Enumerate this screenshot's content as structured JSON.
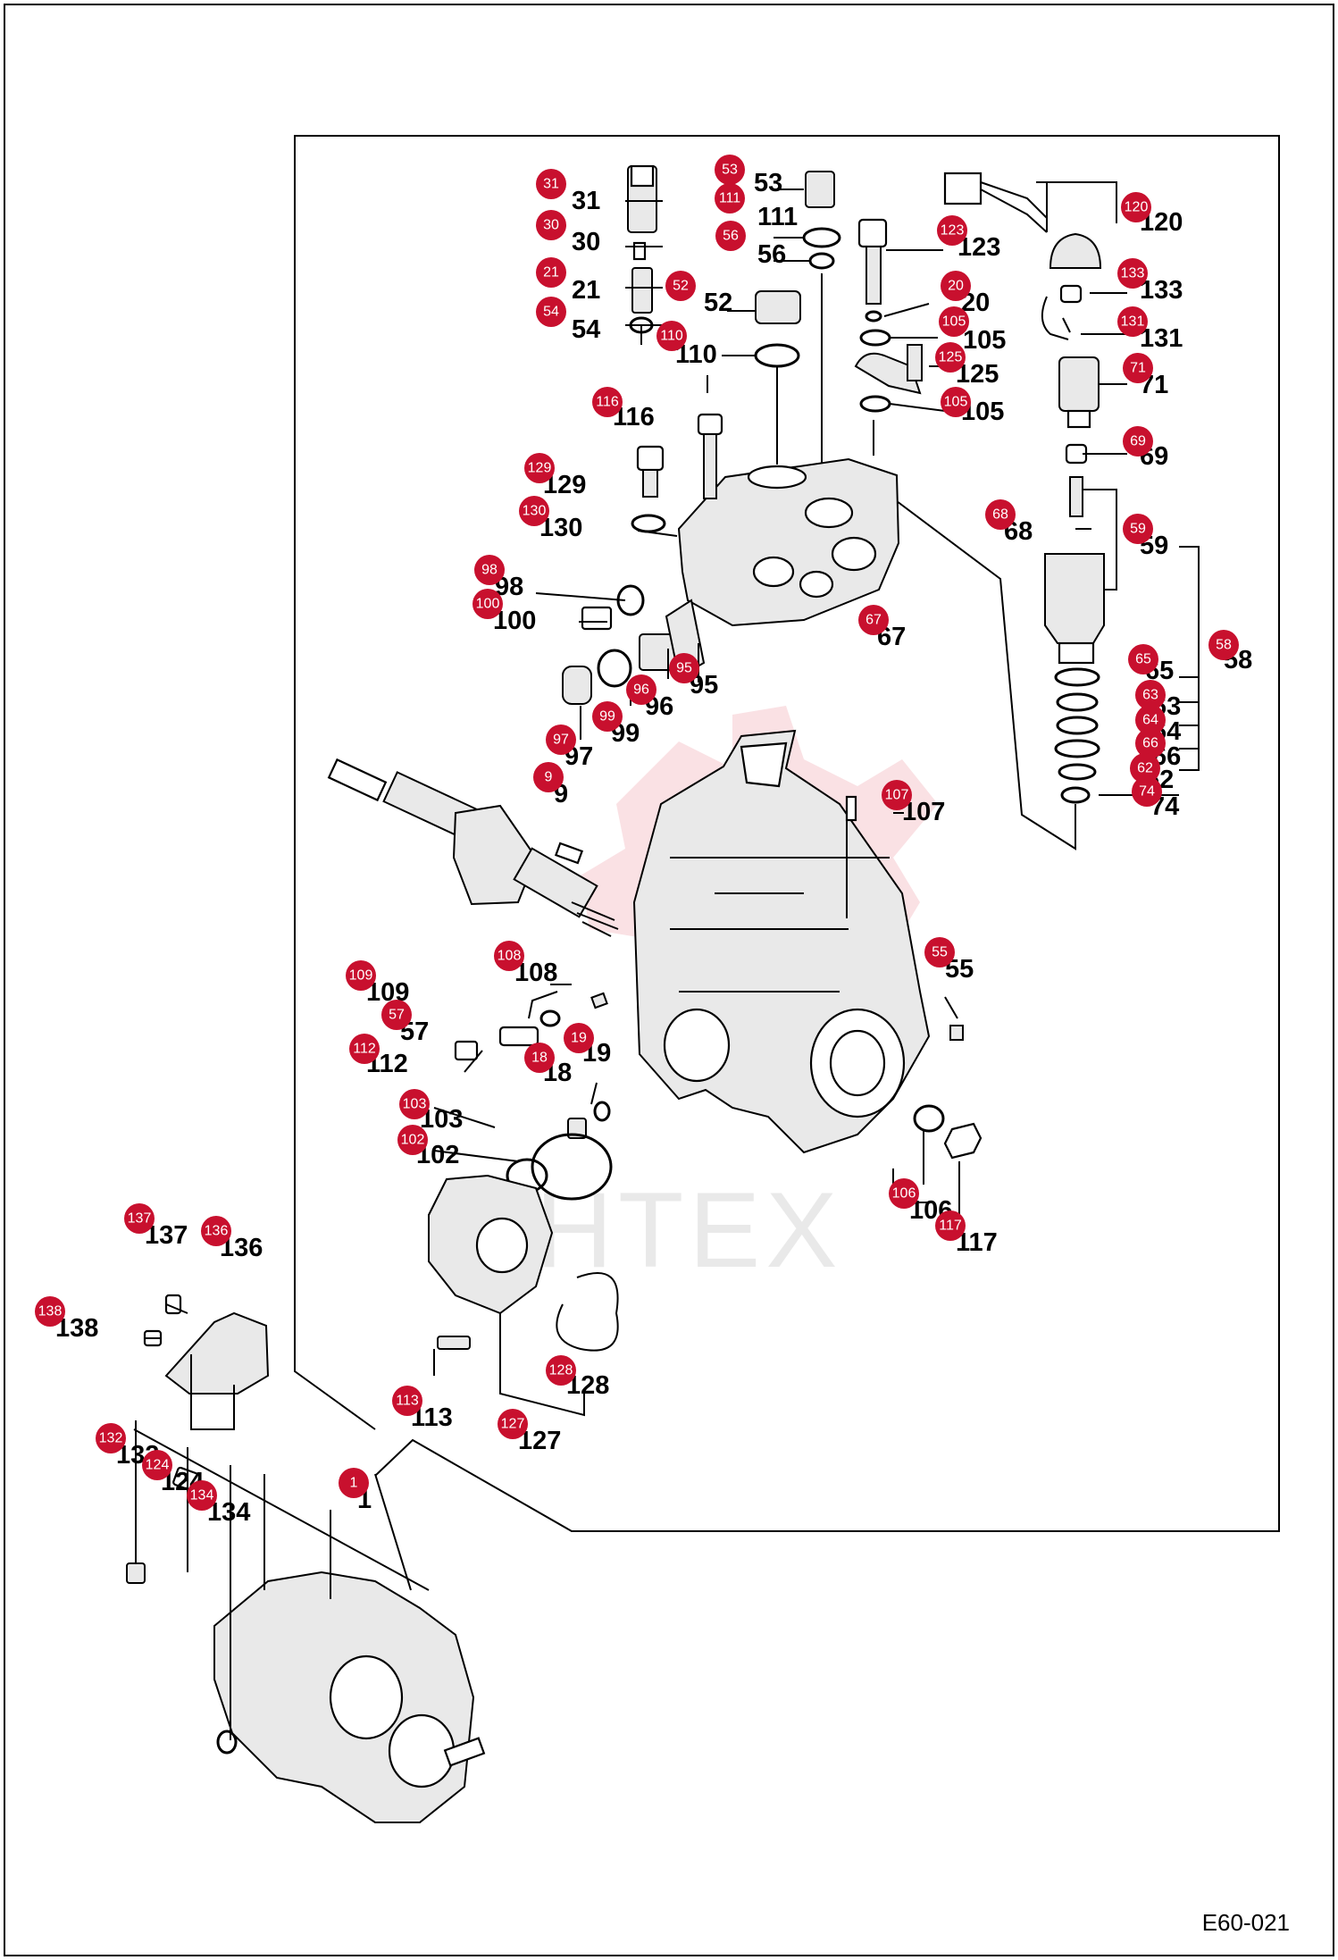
{
  "document_code": "E60-021",
  "watermark": "IHTEX",
  "callouts": [
    {
      "id": "31",
      "label": "31"
    },
    {
      "id": "30",
      "label": "30"
    },
    {
      "id": "21",
      "label": "21"
    },
    {
      "id": "54",
      "label": "54"
    },
    {
      "id": "53",
      "label": "53"
    },
    {
      "id": "111",
      "label": "111"
    },
    {
      "id": "56",
      "label": "56"
    },
    {
      "id": "52",
      "label": "52"
    },
    {
      "id": "110",
      "label": "110"
    },
    {
      "id": "123",
      "label": "123"
    },
    {
      "id": "20",
      "label": "20"
    },
    {
      "id": "105a",
      "label": "105"
    },
    {
      "id": "125",
      "label": "125"
    },
    {
      "id": "105b",
      "label": "105"
    },
    {
      "id": "120",
      "label": "120"
    },
    {
      "id": "133",
      "label": "133"
    },
    {
      "id": "131",
      "label": "131"
    },
    {
      "id": "71",
      "label": "71"
    },
    {
      "id": "69",
      "label": "69"
    },
    {
      "id": "68",
      "label": "68"
    },
    {
      "id": "59",
      "label": "59"
    },
    {
      "id": "58",
      "label": "58"
    },
    {
      "id": "65",
      "label": "65"
    },
    {
      "id": "63",
      "label": "63"
    },
    {
      "id": "64",
      "label": "64"
    },
    {
      "id": "66",
      "label": "66"
    },
    {
      "id": "62",
      "label": "62"
    },
    {
      "id": "74",
      "label": "74"
    },
    {
      "id": "116",
      "label": "116"
    },
    {
      "id": "129",
      "label": "129"
    },
    {
      "id": "130",
      "label": "130"
    },
    {
      "id": "98",
      "label": "98"
    },
    {
      "id": "100",
      "label": "100"
    },
    {
      "id": "67",
      "label": "67"
    },
    {
      "id": "95",
      "label": "95"
    },
    {
      "id": "96",
      "label": "96"
    },
    {
      "id": "99",
      "label": "99"
    },
    {
      "id": "97",
      "label": "97"
    },
    {
      "id": "9",
      "label": "9"
    },
    {
      "id": "107",
      "label": "107"
    },
    {
      "id": "55",
      "label": "55"
    },
    {
      "id": "108",
      "label": "108"
    },
    {
      "id": "109",
      "label": "109"
    },
    {
      "id": "57",
      "label": "57"
    },
    {
      "id": "112",
      "label": "112"
    },
    {
      "id": "18",
      "label": "18"
    },
    {
      "id": "19",
      "label": "19"
    },
    {
      "id": "103",
      "label": "103"
    },
    {
      "id": "102",
      "label": "102"
    },
    {
      "id": "106",
      "label": "106"
    },
    {
      "id": "117",
      "label": "117"
    },
    {
      "id": "128",
      "label": "128"
    },
    {
      "id": "113",
      "label": "113"
    },
    {
      "id": "127",
      "label": "127"
    },
    {
      "id": "137",
      "label": "137"
    },
    {
      "id": "136",
      "label": "136"
    },
    {
      "id": "138",
      "label": "138"
    },
    {
      "id": "132",
      "label": "132"
    },
    {
      "id": "124",
      "label": "124"
    },
    {
      "id": "134",
      "label": "134"
    },
    {
      "id": "1",
      "label": "1"
    }
  ],
  "labels": [
    {
      "id": "31",
      "text": "31"
    },
    {
      "id": "30",
      "text": "30"
    },
    {
      "id": "21",
      "text": "21"
    },
    {
      "id": "54",
      "text": "54"
    },
    {
      "id": "53",
      "text": "53"
    },
    {
      "id": "111",
      "text": "111"
    },
    {
      "id": "56",
      "text": "56"
    },
    {
      "id": "52",
      "text": "52"
    },
    {
      "id": "110",
      "text": "110"
    },
    {
      "id": "123",
      "text": "123"
    },
    {
      "id": "20",
      "text": "20"
    },
    {
      "id": "105a",
      "text": "105"
    },
    {
      "id": "125",
      "text": "125"
    },
    {
      "id": "105b",
      "text": "105"
    },
    {
      "id": "120",
      "text": "120"
    },
    {
      "id": "133",
      "text": "133"
    },
    {
      "id": "131",
      "text": "131"
    },
    {
      "id": "71",
      "text": "71"
    },
    {
      "id": "69",
      "text": "69"
    },
    {
      "id": "68",
      "text": "68"
    },
    {
      "id": "59",
      "text": "59"
    },
    {
      "id": "58",
      "text": "58"
    },
    {
      "id": "65",
      "text": "65"
    },
    {
      "id": "63",
      "text": "63"
    },
    {
      "id": "64",
      "text": "64"
    },
    {
      "id": "66",
      "text": "66"
    },
    {
      "id": "62",
      "text": "62"
    },
    {
      "id": "74",
      "text": "74"
    },
    {
      "id": "116",
      "text": "116"
    },
    {
      "id": "129",
      "text": "129"
    },
    {
      "id": "130",
      "text": "130"
    },
    {
      "id": "98",
      "text": "98"
    },
    {
      "id": "100",
      "text": "100"
    },
    {
      "id": "67",
      "text": "67"
    },
    {
      "id": "95",
      "text": "95"
    },
    {
      "id": "96",
      "text": "96"
    },
    {
      "id": "99",
      "text": "99"
    },
    {
      "id": "97",
      "text": "97"
    },
    {
      "id": "9",
      "text": "9"
    },
    {
      "id": "107",
      "text": "107"
    },
    {
      "id": "55",
      "text": "55"
    },
    {
      "id": "108",
      "text": "108"
    },
    {
      "id": "109",
      "text": "109"
    },
    {
      "id": "57",
      "text": "57"
    },
    {
      "id": "112",
      "text": "112"
    },
    {
      "id": "18",
      "text": "18"
    },
    {
      "id": "19",
      "text": "19"
    },
    {
      "id": "103",
      "text": "103"
    },
    {
      "id": "102",
      "text": "102"
    },
    {
      "id": "106",
      "text": "106"
    },
    {
      "id": "117",
      "text": "117"
    },
    {
      "id": "128",
      "text": "128"
    },
    {
      "id": "113",
      "text": "113"
    },
    {
      "id": "127",
      "text": "127"
    },
    {
      "id": "137",
      "text": "137"
    },
    {
      "id": "136",
      "text": "136"
    },
    {
      "id": "138",
      "text": "138"
    },
    {
      "id": "132",
      "text": "132"
    },
    {
      "id": "124",
      "text": "124"
    },
    {
      "id": "134",
      "text": "134"
    },
    {
      "id": "1",
      "text": "1"
    }
  ],
  "colors": {
    "callout": "#c8102e",
    "line": "#000000",
    "watermark": "#d8d8d8",
    "watermark_gear": "#f6c9cd"
  }
}
